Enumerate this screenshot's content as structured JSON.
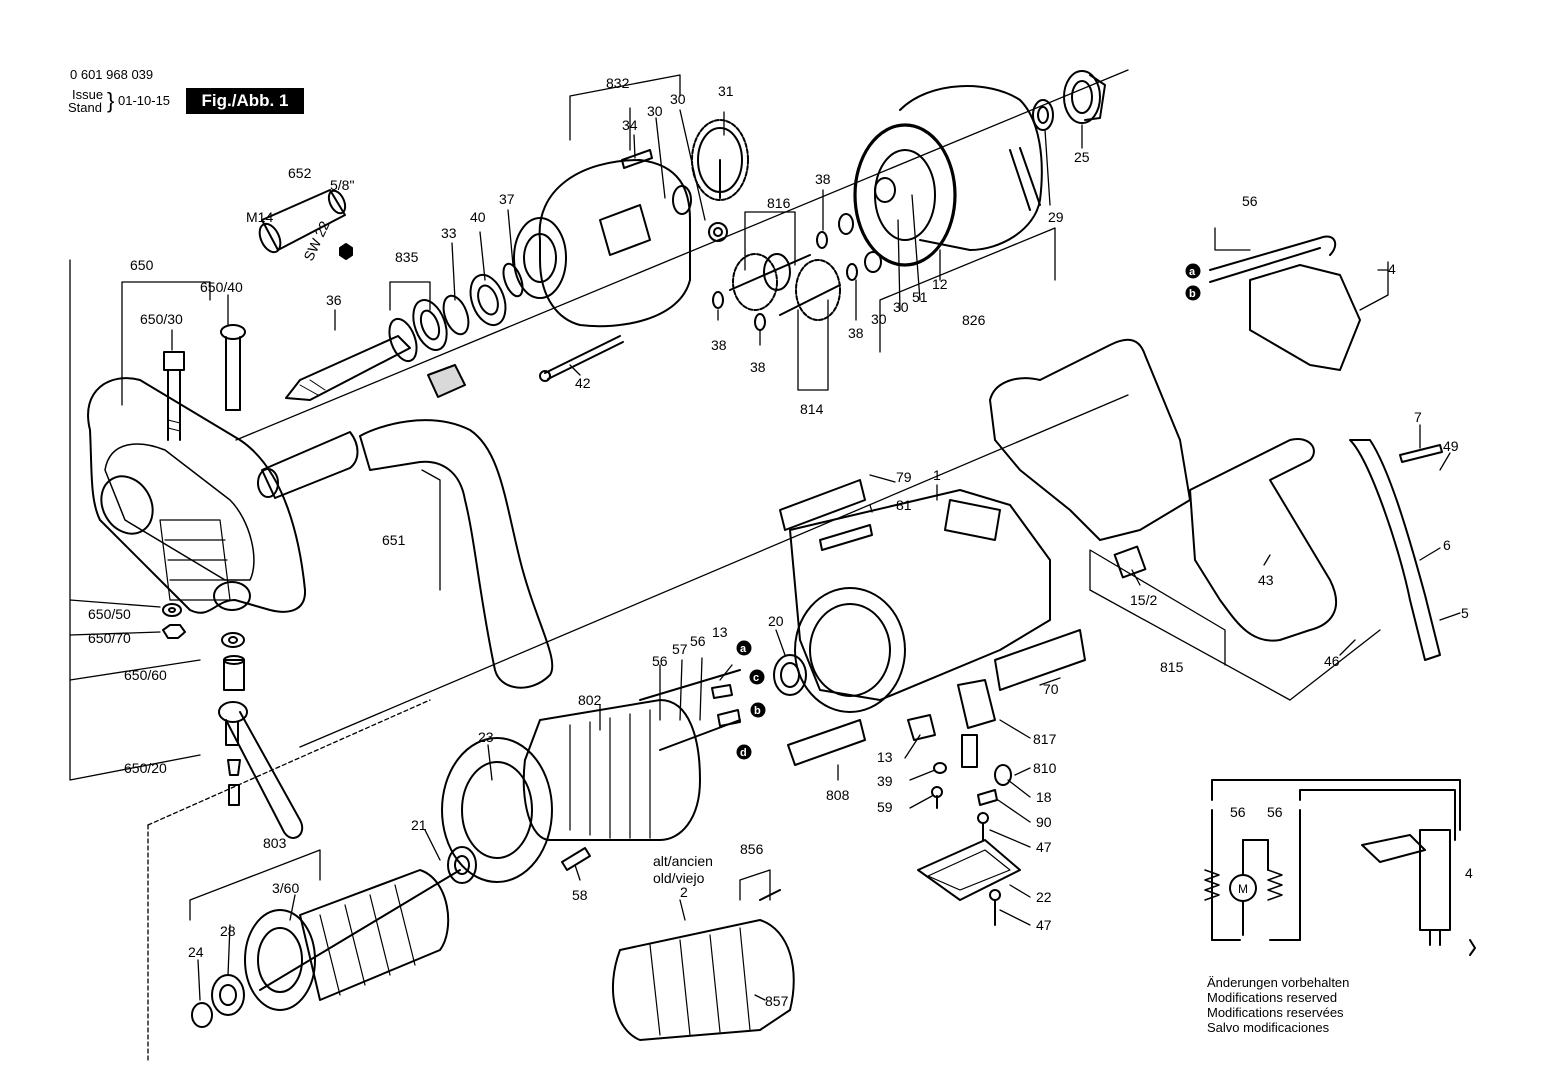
{
  "header": {
    "part_number": "0 601 968 039",
    "issue_label": "Issue",
    "stand_label": "Stand",
    "brace": "}",
    "date": "01-10-15",
    "figure": "Fig./Abb. 1"
  },
  "callouts": [
    {
      "id": "832",
      "text": "832"
    },
    {
      "id": "31",
      "text": "31"
    },
    {
      "id": "34",
      "text": "34"
    },
    {
      "id": "30a",
      "text": "30"
    },
    {
      "id": "30b",
      "text": "30"
    },
    {
      "id": "652",
      "text": "652"
    },
    {
      "id": "m14",
      "text": "M14"
    },
    {
      "id": "58in",
      "text": "5/8\""
    },
    {
      "id": "sw22",
      "text": "SW 22"
    },
    {
      "id": "650",
      "text": "650"
    },
    {
      "id": "650_40",
      "text": "650/40"
    },
    {
      "id": "835",
      "text": "835"
    },
    {
      "id": "33",
      "text": "33"
    },
    {
      "id": "40",
      "text": "40"
    },
    {
      "id": "37",
      "text": "37"
    },
    {
      "id": "650_30",
      "text": "650/30"
    },
    {
      "id": "36",
      "text": "36"
    },
    {
      "id": "42",
      "text": "42"
    },
    {
      "id": "816",
      "text": "816"
    },
    {
      "id": "38a",
      "text": "38"
    },
    {
      "id": "38b",
      "text": "38"
    },
    {
      "id": "38c",
      "text": "38"
    },
    {
      "id": "38d",
      "text": "38"
    },
    {
      "id": "814",
      "text": "814"
    },
    {
      "id": "30c",
      "text": "30"
    },
    {
      "id": "30d",
      "text": "30"
    },
    {
      "id": "51",
      "text": "51"
    },
    {
      "id": "12",
      "text": "12"
    },
    {
      "id": "826",
      "text": "826"
    },
    {
      "id": "29",
      "text": "29"
    },
    {
      "id": "25",
      "text": "25"
    },
    {
      "id": "56a",
      "text": "56"
    },
    {
      "id": "4a",
      "text": "4"
    },
    {
      "id": "a1",
      "text": "a"
    },
    {
      "id": "b1",
      "text": "b"
    },
    {
      "id": "651",
      "text": "651"
    },
    {
      "id": "79",
      "text": "79"
    },
    {
      "id": "81",
      "text": "81"
    },
    {
      "id": "1",
      "text": "1"
    },
    {
      "id": "7",
      "text": "7"
    },
    {
      "id": "49",
      "text": "49"
    },
    {
      "id": "6",
      "text": "6"
    },
    {
      "id": "43",
      "text": "43"
    },
    {
      "id": "15_2",
      "text": "15/2"
    },
    {
      "id": "5",
      "text": "5"
    },
    {
      "id": "815",
      "text": "815"
    },
    {
      "id": "46",
      "text": "46"
    },
    {
      "id": "650_50",
      "text": "650/50"
    },
    {
      "id": "650_70",
      "text": "650/70"
    },
    {
      "id": "650_60",
      "text": "650/60"
    },
    {
      "id": "650_20",
      "text": "650/20"
    },
    {
      "id": "13a",
      "text": "13"
    },
    {
      "id": "57",
      "text": "57"
    },
    {
      "id": "56b",
      "text": "56"
    },
    {
      "id": "56c",
      "text": "56"
    },
    {
      "id": "a2",
      "text": "a"
    },
    {
      "id": "c1",
      "text": "c"
    },
    {
      "id": "b2",
      "text": "b"
    },
    {
      "id": "d1",
      "text": "d"
    },
    {
      "id": "20",
      "text": "20"
    },
    {
      "id": "802",
      "text": "802"
    },
    {
      "id": "23",
      "text": "23"
    },
    {
      "id": "70",
      "text": "70"
    },
    {
      "id": "817",
      "text": "817"
    },
    {
      "id": "13b",
      "text": "13"
    },
    {
      "id": "810",
      "text": "810"
    },
    {
      "id": "39",
      "text": "39"
    },
    {
      "id": "18",
      "text": "18"
    },
    {
      "id": "808",
      "text": "808"
    },
    {
      "id": "59",
      "text": "59"
    },
    {
      "id": "90",
      "text": "90"
    },
    {
      "id": "47a",
      "text": "47"
    },
    {
      "id": "22",
      "text": "22"
    },
    {
      "id": "47b",
      "text": "47"
    },
    {
      "id": "803",
      "text": "803"
    },
    {
      "id": "21",
      "text": "21"
    },
    {
      "id": "3_60",
      "text": "3/60"
    },
    {
      "id": "58",
      "text": "58"
    },
    {
      "id": "alt",
      "text": "alt/ancien"
    },
    {
      "id": "old",
      "text": "old/viejo"
    },
    {
      "id": "2",
      "text": "2"
    },
    {
      "id": "856",
      "text": "856"
    },
    {
      "id": "24",
      "text": "24"
    },
    {
      "id": "28",
      "text": "28"
    },
    {
      "id": "857",
      "text": "857"
    },
    {
      "id": "56w1",
      "text": "56"
    },
    {
      "id": "56w2",
      "text": "56"
    },
    {
      "id": "4w",
      "text": "4"
    },
    {
      "id": "m",
      "text": "M"
    }
  ],
  "notes": [
    "Änderungen vorbehalten",
    "Modifications reserved",
    "Modifications reservées",
    "Salvo modificaciones"
  ]
}
